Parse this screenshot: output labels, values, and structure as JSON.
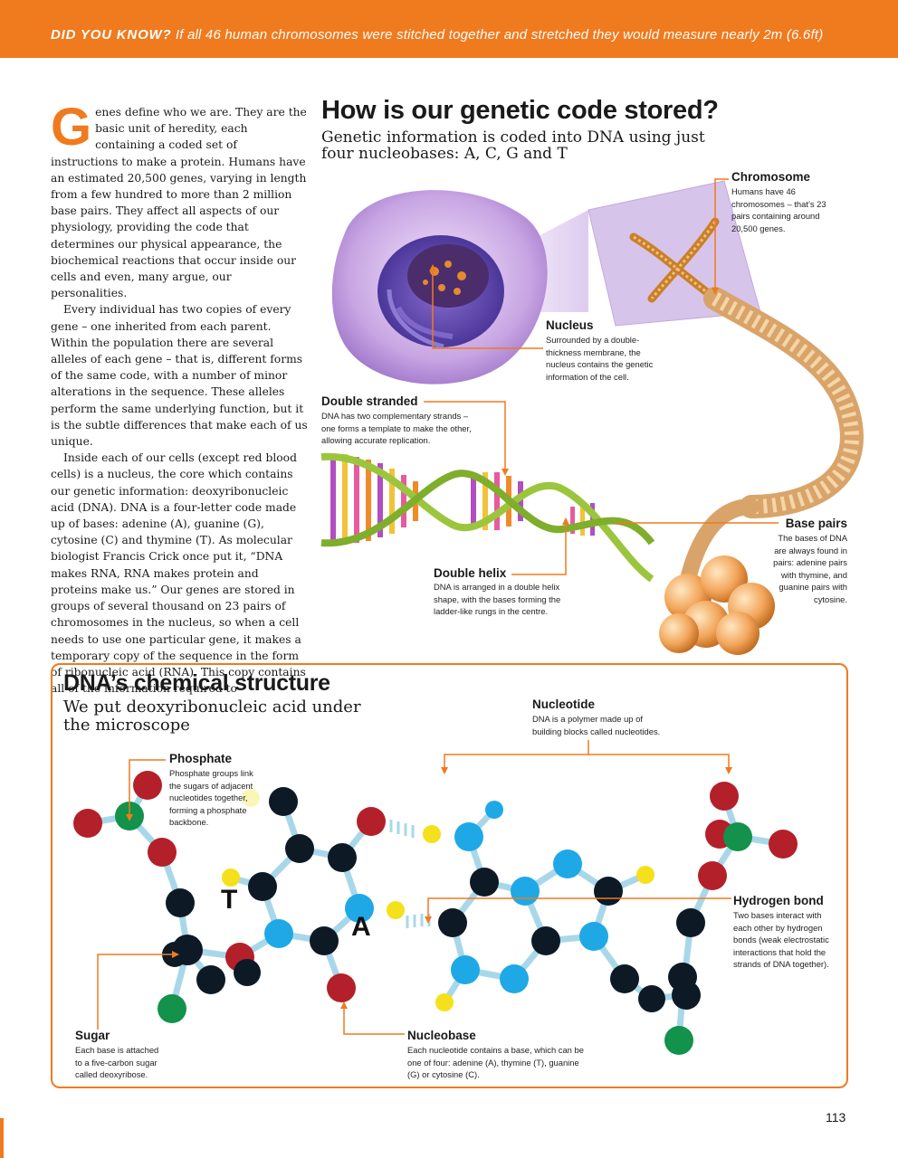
{
  "banner": {
    "label": "DID YOU KNOW?",
    "text": "If all 46 human chromosomes were stitched together and stretched they would measure nearly 2m (6.6ft)"
  },
  "article": {
    "dropcap": "G",
    "paragraphs": [
      "enes define who we are. They are the basic unit of heredity, each containing a coded set of instructions to make a protein. Humans have an estimated 20,500 genes, varying in length from a few hundred to more than 2 million base pairs. They affect all aspects of our physiology, providing the code that determines our physical appearance, the biochemical reactions that occur inside our cells and even, many argue, our personalities.",
      "Every individual has two copies of every gene – one inherited from each parent. Within the population there are several alleles of each gene – that is, different forms of the same code, with a number of minor alterations in the sequence. These alleles perform the same underlying function, but it is the subtle differences that make each of us unique.",
      "Inside each of our cells (except red blood cells) is a nucleus, the core which contains our genetic information: deoxyribonucleic acid (DNA). DNA is a four-letter code made up of bases: adenine (A), guanine (G), cytosine (C) and thymine (T). As molecular biologist Francis Crick once put it, “DNA makes RNA, RNA makes protein and proteins make us.” Our genes are stored in groups of several thousand on 23 pairs of chromosomes in the nucleus, so when a cell needs to use one particular gene, it makes a temporary copy of the sequence in the form of ribonucleic acid (RNA). This copy contains all of the information required to"
    ]
  },
  "storage": {
    "title": "How is our genetic code stored?",
    "subtitle": "Genetic information is coded into DNA using just four nucleobases: A, C, G and T",
    "chromosome": {
      "label": "Chromosome",
      "desc": "Humans have 46 chromosomes – that’s 23 pairs containing around 20,500 genes."
    },
    "nucleus": {
      "label": "Nucleus",
      "desc": "Surrounded by a double-thickness membrane, the nucleus contains the genetic information of the cell."
    },
    "double_stranded": {
      "label": "Double stranded",
      "desc": "DNA has two complementary strands – one forms a template to make the other, allowing accurate replication."
    },
    "double_helix": {
      "label": "Double helix",
      "desc": "DNA is arranged in a double helix shape, with the bases forming the ladder-like rungs in the centre."
    },
    "base_pairs": {
      "label": "Base pairs",
      "desc": "The bases of DNA are always found in pairs: adenine pairs with thymine, and guanine pairs with cytosine."
    }
  },
  "structure": {
    "title": "DNA’s chemical structure",
    "subtitle": "We put deoxyribonucleic acid under the microscope",
    "phosphate": {
      "label": "Phosphate",
      "desc": "Phosphate groups link the sugars of adjacent nucleotides together, forming a phosphate backbone."
    },
    "nucleotide": {
      "label": "Nucleotide",
      "desc": "DNA is a polymer made up of building blocks called nucleotides."
    },
    "hydrogen_bond": {
      "label": "Hydrogen bond",
      "desc": "Two bases interact with each other by hydrogen bonds (weak electrostatic interactions that hold the strands of DNA together)."
    },
    "sugar": {
      "label": "Sugar",
      "desc": "Each base is attached to a five-carbon sugar called deoxyribose."
    },
    "nucleobase": {
      "label": "Nucleobase",
      "desc": "Each nucleotide contains a base, which can be one of four: adenine (A), thymine (T), guanine (G) or cytosine (C)."
    },
    "base_t": "T",
    "base_a": "A"
  },
  "colors": {
    "accent": "#f07a1e",
    "oxygen": "#b3202a",
    "carbon": "#0d1a26",
    "nitrogen": "#1fa8e6",
    "hydrogen": "#f5e01c",
    "phosphorus": "#12924a",
    "bond": "#a9d7ea"
  },
  "footer": {
    "page_number": "113"
  }
}
